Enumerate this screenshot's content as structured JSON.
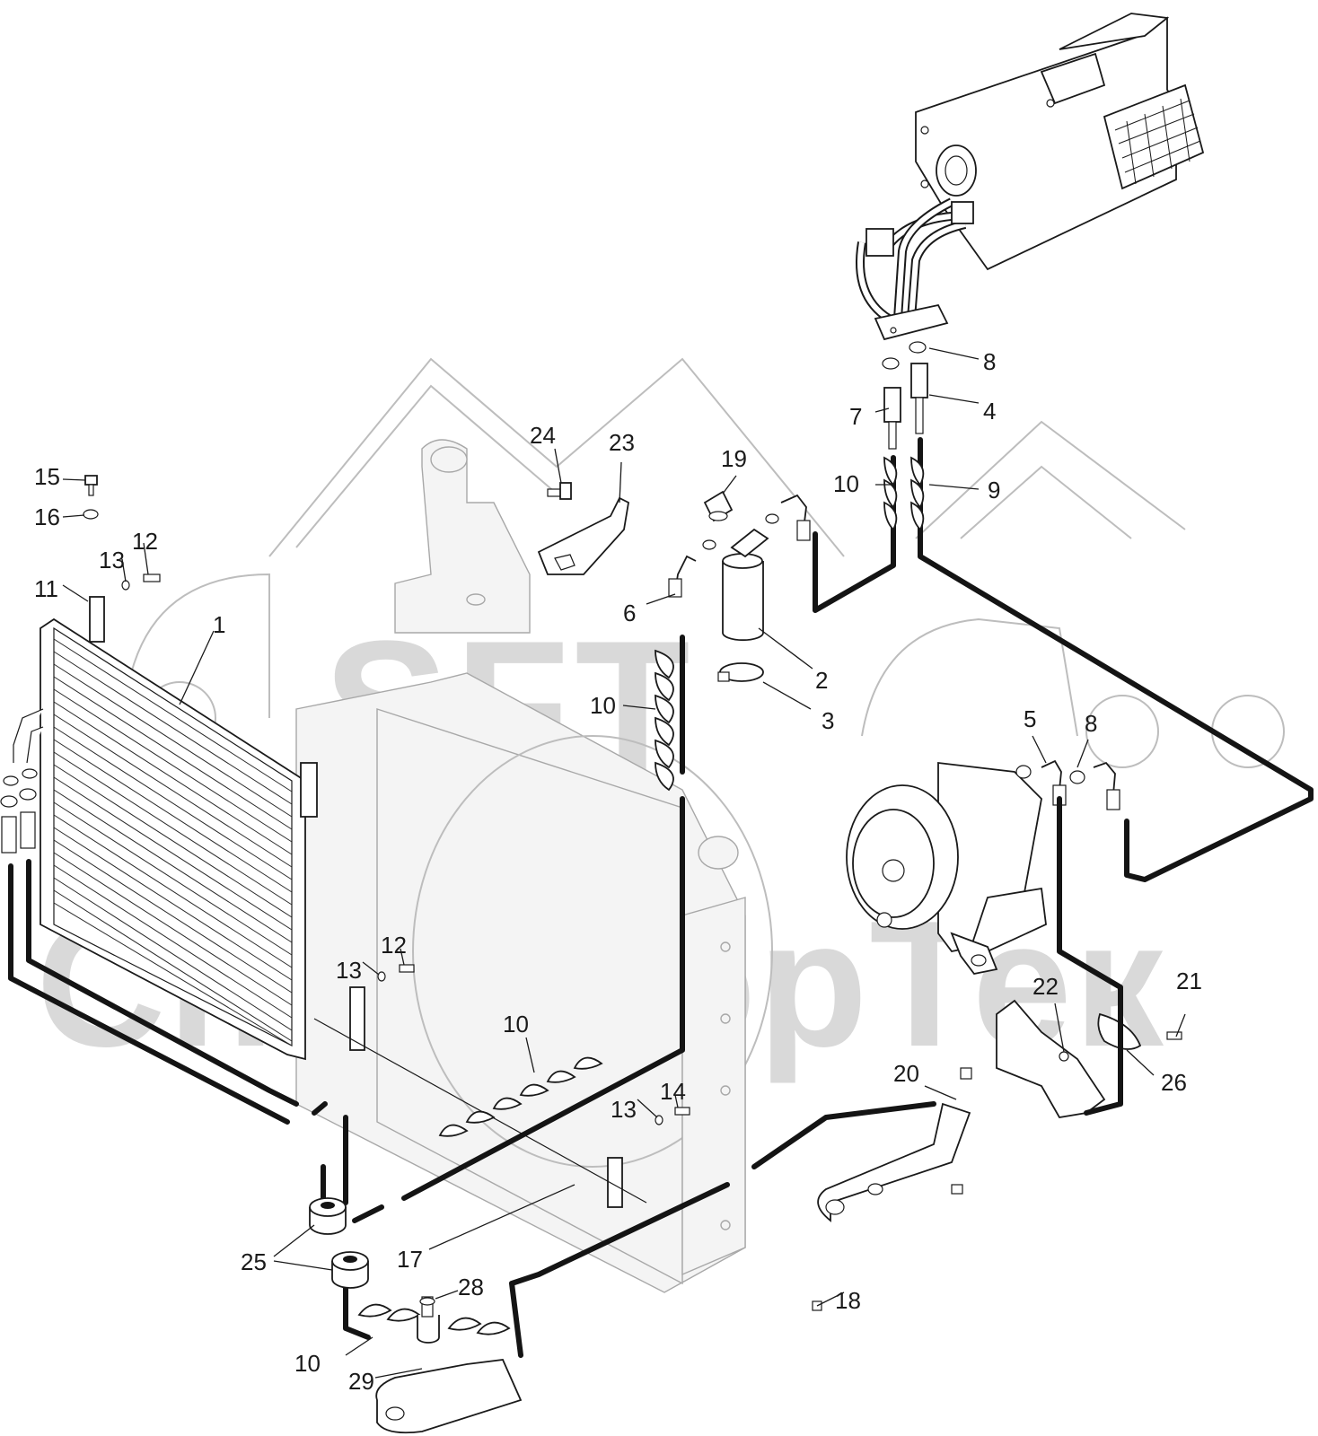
{
  "watermark": {
    "logo_text": "SFT",
    "brand_text": "СпецФорТек"
  },
  "colors": {
    "line": "#1a1a1a",
    "hose": "#141414",
    "ghost": "#bdbdbd",
    "watermark": "#d9d9d9",
    "background": "#ffffff"
  },
  "callouts": [
    {
      "id": "c1",
      "label": "1"
    },
    {
      "id": "c2",
      "label": "2"
    },
    {
      "id": "c3",
      "label": "3"
    },
    {
      "id": "c4",
      "label": "4"
    },
    {
      "id": "c5",
      "label": "5"
    },
    {
      "id": "c6",
      "label": "6"
    },
    {
      "id": "c7",
      "label": "7"
    },
    {
      "id": "c8a",
      "label": "8"
    },
    {
      "id": "c8b",
      "label": "8"
    },
    {
      "id": "c9",
      "label": "9"
    },
    {
      "id": "c10a",
      "label": "10"
    },
    {
      "id": "c10b",
      "label": "10"
    },
    {
      "id": "c10c",
      "label": "10"
    },
    {
      "id": "c10d",
      "label": "10"
    },
    {
      "id": "c11",
      "label": "11"
    },
    {
      "id": "c12a",
      "label": "12"
    },
    {
      "id": "c12b",
      "label": "12"
    },
    {
      "id": "c13a",
      "label": "13"
    },
    {
      "id": "c13b",
      "label": "13"
    },
    {
      "id": "c13c",
      "label": "13"
    },
    {
      "id": "c14",
      "label": "14"
    },
    {
      "id": "c15",
      "label": "15"
    },
    {
      "id": "c16",
      "label": "16"
    },
    {
      "id": "c17",
      "label": "17"
    },
    {
      "id": "c18",
      "label": "18"
    },
    {
      "id": "c19",
      "label": "19"
    },
    {
      "id": "c20",
      "label": "20"
    },
    {
      "id": "c21",
      "label": "21"
    },
    {
      "id": "c22",
      "label": "22"
    },
    {
      "id": "c23",
      "label": "23"
    },
    {
      "id": "c24",
      "label": "24"
    },
    {
      "id": "c25",
      "label": "25"
    },
    {
      "id": "c26",
      "label": "26"
    },
    {
      "id": "c28",
      "label": "28"
    },
    {
      "id": "c29",
      "label": "29"
    }
  ]
}
